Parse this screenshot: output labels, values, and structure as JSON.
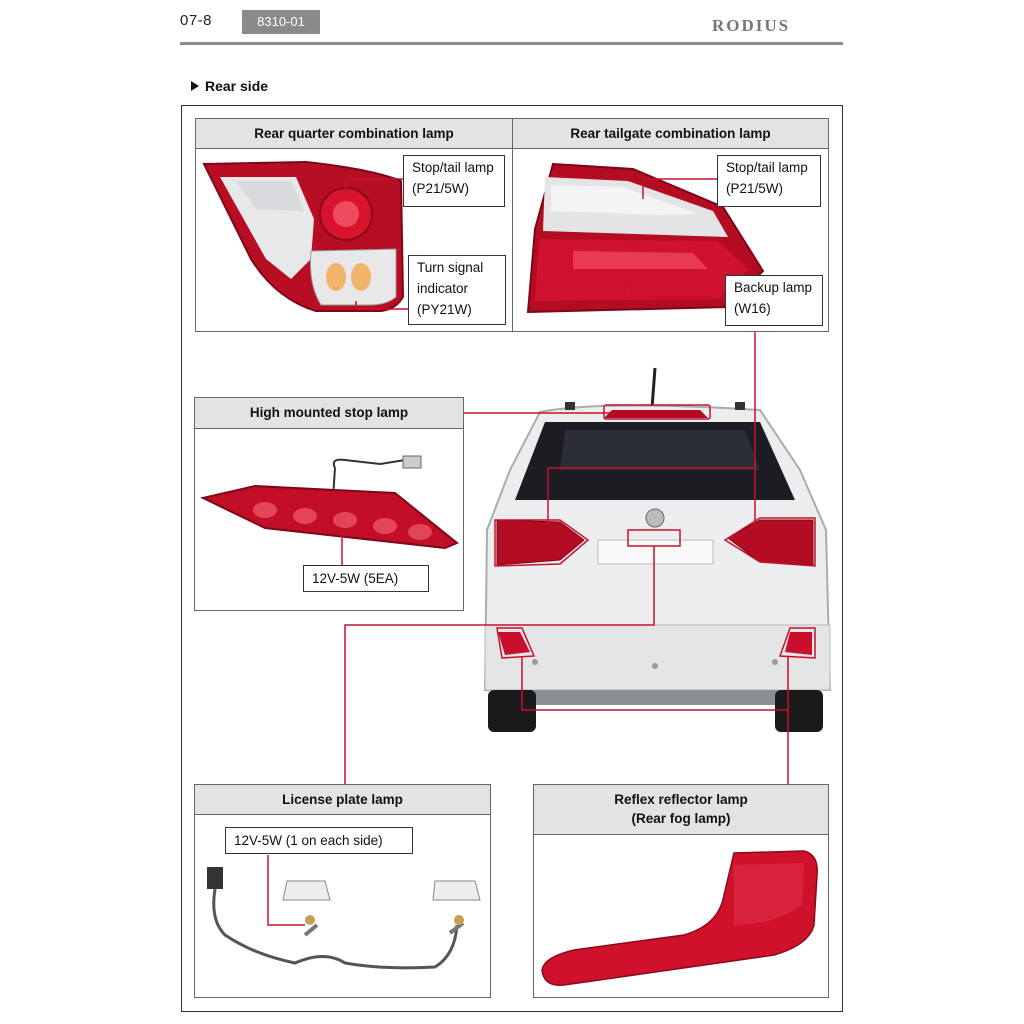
{
  "header": {
    "page_number": "07-8",
    "code": "8310-01",
    "brand": "RODIUS"
  },
  "section": {
    "title": "Rear side"
  },
  "panels": {
    "rear_quarter": {
      "title": "Rear quarter combination lamp",
      "callouts": {
        "stop_tail": [
          "Stop/tail lamp",
          "(P21/5W)"
        ],
        "turn_signal": [
          "Turn signal",
          "indicator",
          "(PY21W)"
        ]
      }
    },
    "rear_tailgate": {
      "title": "Rear tailgate combination lamp",
      "callouts": {
        "stop_tail": [
          "Stop/tail lamp",
          "(P21/5W)"
        ],
        "backup": [
          "Backup lamp",
          "(W16)"
        ]
      }
    },
    "high_mounted": {
      "title": "High mounted stop lamp",
      "spec": "12V-5W (5EA)"
    },
    "license_plate": {
      "title": "License plate lamp",
      "spec": "12V-5W (1 on each side)"
    },
    "reflex_reflector": {
      "title": [
        "Reflex reflector lamp",
        "(Rear fog lamp)"
      ]
    }
  },
  "colors": {
    "leader_line": "#c8102e",
    "lamp_red": "#c8102e",
    "header_fill": "#e3e3e3",
    "badge_fill": "#8a8a8a"
  }
}
